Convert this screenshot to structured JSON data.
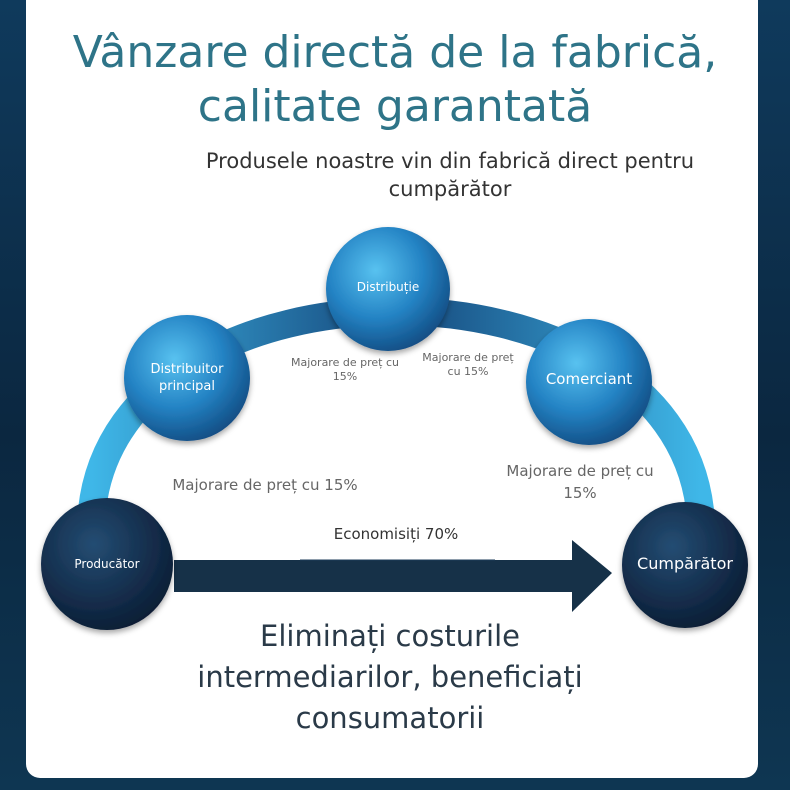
{
  "title": "Vânzare directă de la fabrică, calitate garantată",
  "subtitle": "Produsele noastre vin din fabrică direct pentru cumpărător",
  "nodes": {
    "producer": "Producător",
    "main_distributor": "Distribuitor principal",
    "distribution": "Distribuție",
    "retailer": "Comerciant",
    "buyer": "Cumpărător"
  },
  "markups": {
    "producer_to_distributor": "Majorare de preț cu 15%",
    "distributor_to_distribution": "Majorare de preț cu 15%",
    "distribution_to_retailer": "Majorare de preț cu 15%",
    "retailer_to_buyer": "Majorare de preț cu 15%"
  },
  "savings_label": "Economisiți 70%",
  "bottom_text": "Eliminați costurile intermediarilor, beneficiați consumatorii",
  "colors": {
    "title": "#2e7488",
    "arc": "#1e6fa8",
    "node_dark": "#132c4a",
    "node_blue": "#2a90cf",
    "arrow": "#163148"
  }
}
